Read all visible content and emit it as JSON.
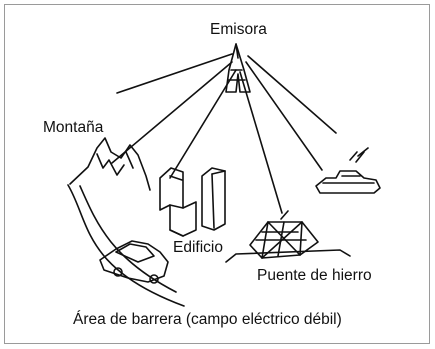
{
  "labels": {
    "transmitter": "Emisora",
    "mountain": "Montaña",
    "building": "Edificio",
    "bridge": "Puente de hierro",
    "caption": "Área de barrera (campo eléctrico débil)"
  }
}
